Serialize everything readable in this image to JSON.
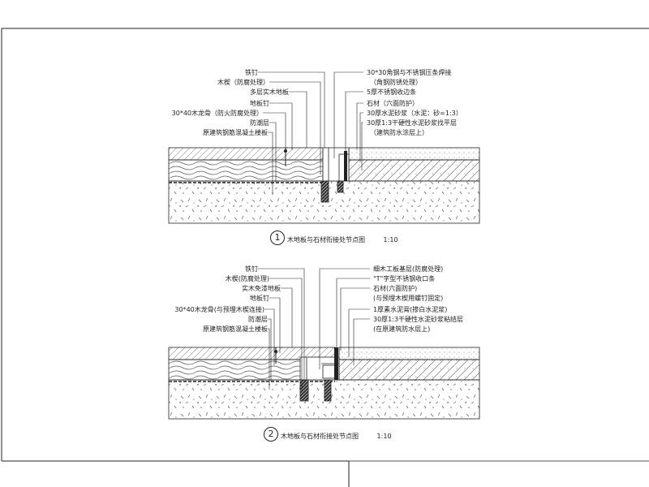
{
  "detail1": {
    "number": "1",
    "caption": "木地板与石材衔接处节点图",
    "scale": "1:10",
    "left_labels": [
      "铁钉",
      "木楔（防腐处理）",
      "多层实木地板",
      "地板钉",
      "30*40木龙骨（防火防腐处理）",
      "防潮层",
      "原建筑钢筋混凝土楼板"
    ],
    "right_labels": [
      "30*30角钢与不锈钢压条焊接",
      "（角钢防锈处理）",
      "5厚不锈钢收边条",
      "石材（六面防护）",
      "30厚水泥砂浆（水泥：砂=1:3）",
      "30厚1:3干硬性水泥砂浆找平层",
      "（建筑防水涂层上）"
    ]
  },
  "detail2": {
    "number": "2",
    "caption": "木地板与石材衔接处节点图",
    "scale": "1:10",
    "left_labels": [
      "铁钉",
      "木楔(防腐处理)",
      "实木免漆地板",
      "地板钉",
      "30*40木龙骨(与预埋木楔连接)",
      "防潮层",
      "原建筑钢筋混凝土楼板"
    ],
    "right_labels": [
      "细木工板基层(防腐处理)",
      "\"T\"字型不锈钢收口条",
      "石材(六面防护)",
      "(与预埋木楔用螺钉固定)",
      "1厚素水泥膏(掺白水泥浆)",
      "30厚1:3干硬性水泥砂浆粘结层",
      "(在原建筑防水层上)"
    ]
  },
  "colors": {
    "line": "#222222",
    "hatch": "#555555",
    "background": "#ffffff"
  }
}
